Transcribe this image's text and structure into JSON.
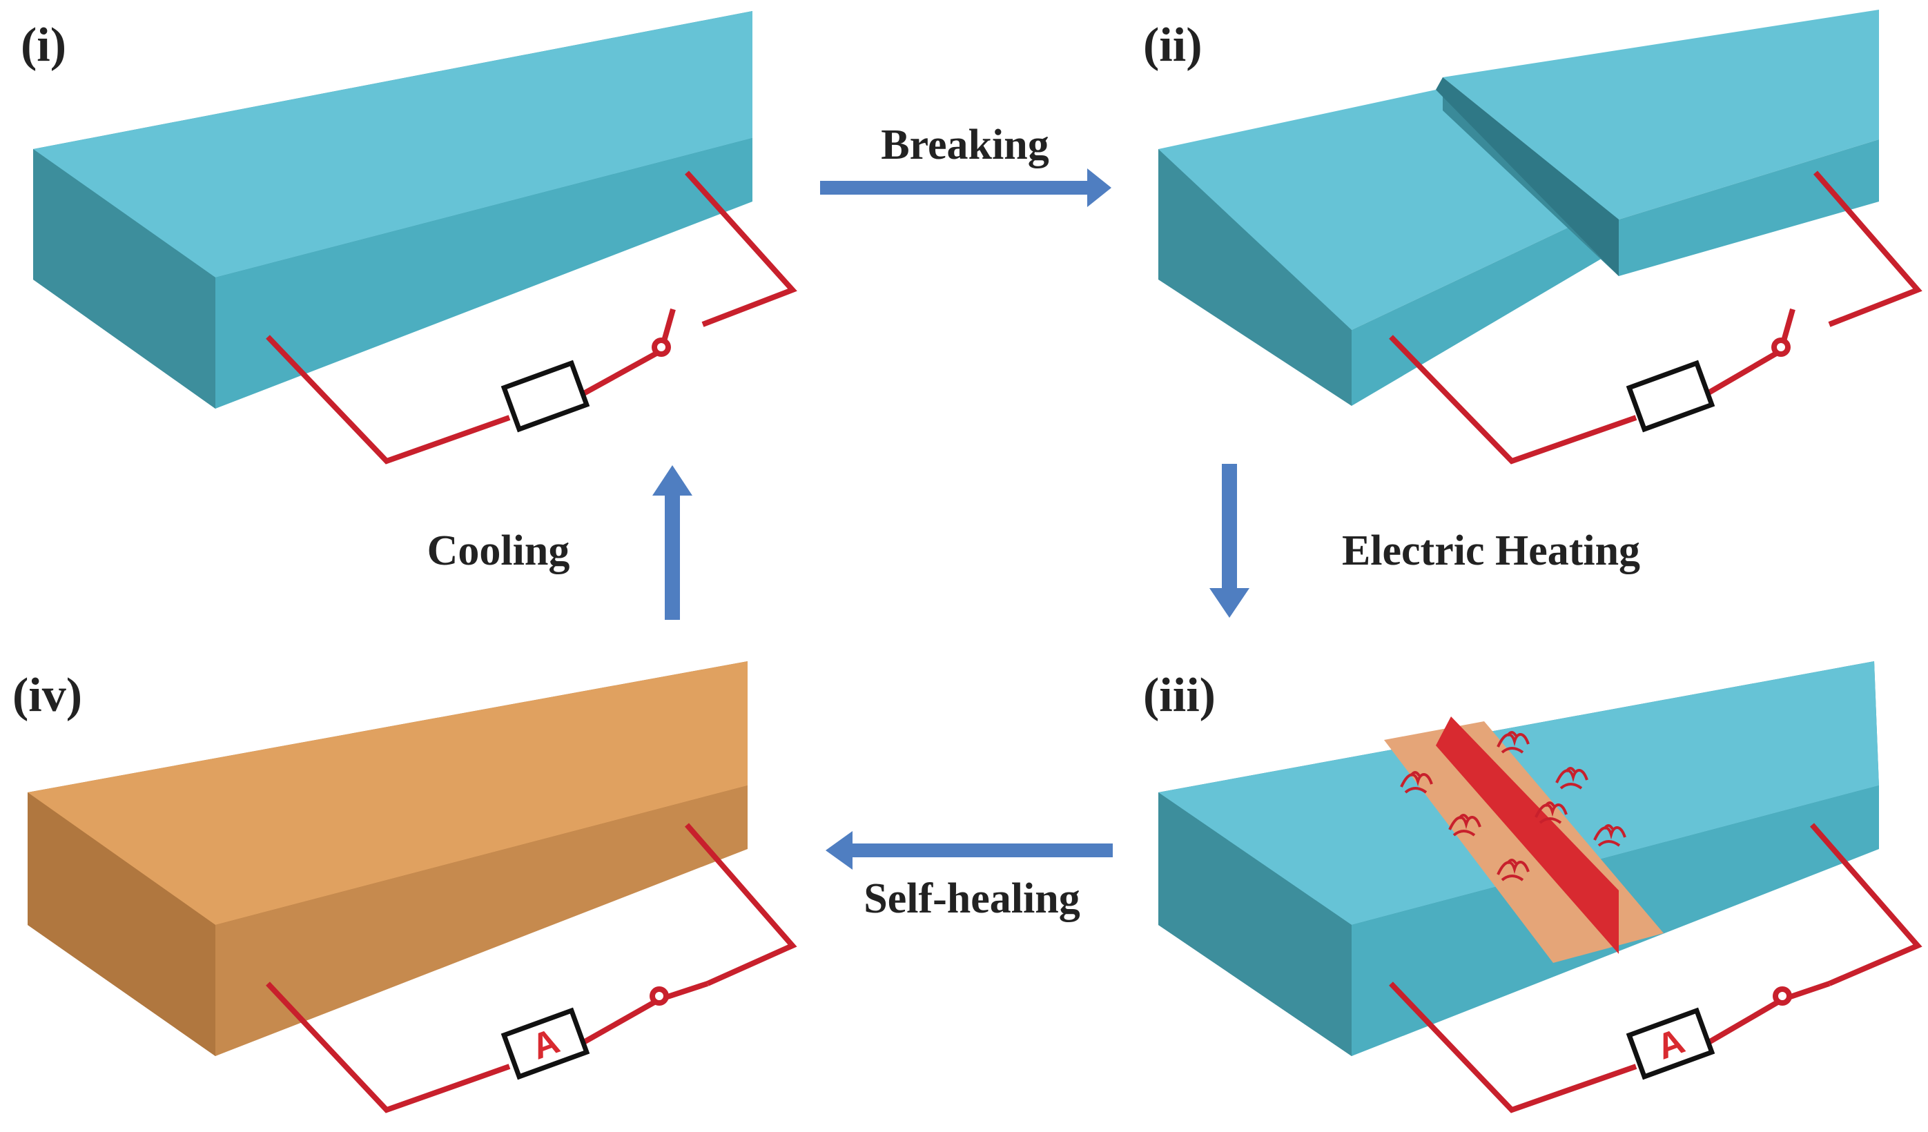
{
  "panels": {
    "i": {
      "label": "(i)"
    },
    "ii": {
      "label": "(ii)"
    },
    "iii": {
      "label": "(iii)",
      "meter_label": "A"
    },
    "iv": {
      "label": "(iv)",
      "meter_label": "A"
    }
  },
  "steps": {
    "breaking": "Breaking",
    "electric_heating": "Electric Heating",
    "self_healing": "Self-healing",
    "cooling": "Cooling"
  },
  "colors": {
    "cyan_top": "#66C3D6",
    "cyan_front": "#4CAEC0",
    "cyan_side": "#3A8A99",
    "orange_top": "#E0A160",
    "orange_front": "#C68A4E",
    "orange_side": "#A8713D",
    "wire": "#C8202C",
    "arrow": "#4F7EC1",
    "heal_zone": "#E5A578",
    "crack_fill": "#D82A30"
  }
}
